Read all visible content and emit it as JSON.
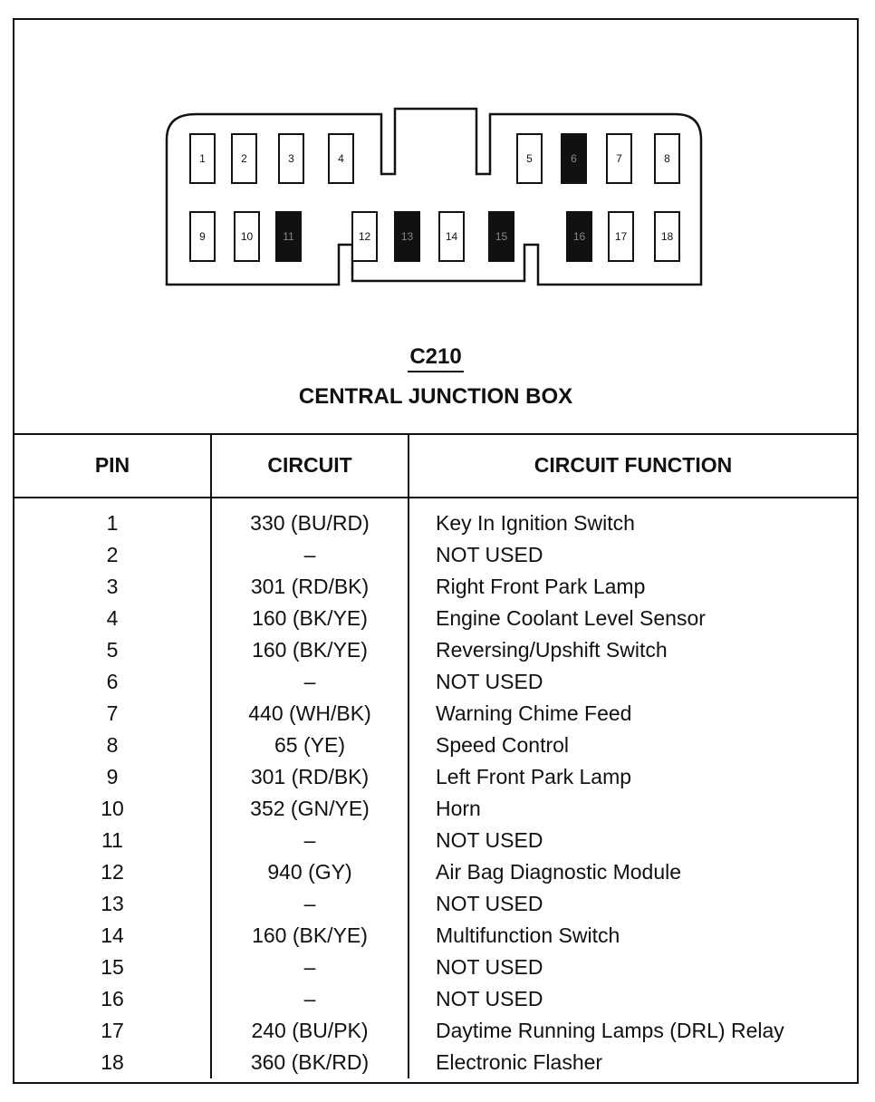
{
  "connector": {
    "id": "C210",
    "name": "CENTRAL JUNCTION BOX",
    "top_row": [
      {
        "pin": "1",
        "filled": false
      },
      {
        "pin": "2",
        "filled": false
      },
      {
        "pin": "3",
        "filled": false
      },
      {
        "pin": "4",
        "filled": false
      },
      {
        "pin": "5",
        "filled": false
      },
      {
        "pin": "6",
        "filled": true
      },
      {
        "pin": "7",
        "filled": false
      },
      {
        "pin": "8",
        "filled": false
      }
    ],
    "bottom_row": [
      {
        "pin": "9",
        "filled": false
      },
      {
        "pin": "10",
        "filled": false
      },
      {
        "pin": "11",
        "filled": true
      },
      {
        "pin": "12",
        "filled": false
      },
      {
        "pin": "13",
        "filled": true
      },
      {
        "pin": "14",
        "filled": false
      },
      {
        "pin": "15",
        "filled": true
      },
      {
        "pin": "16",
        "filled": true
      },
      {
        "pin": "17",
        "filled": false
      },
      {
        "pin": "18",
        "filled": false
      }
    ]
  },
  "table": {
    "headers": {
      "pin": "PIN",
      "circuit": "CIRCUIT",
      "function": "CIRCUIT FUNCTION"
    },
    "rows": [
      {
        "pin": "1",
        "circuit": "330 (BU/RD)",
        "function": "Key In Ignition Switch"
      },
      {
        "pin": "2",
        "circuit": "–",
        "function": "NOT USED"
      },
      {
        "pin": "3",
        "circuit": "301 (RD/BK)",
        "function": "Right Front Park Lamp"
      },
      {
        "pin": "4",
        "circuit": "160 (BK/YE)",
        "function": "Engine Coolant Level Sensor"
      },
      {
        "pin": "5",
        "circuit": "160 (BK/YE)",
        "function": "Reversing/Upshift Switch"
      },
      {
        "pin": "6",
        "circuit": "–",
        "function": "NOT USED"
      },
      {
        "pin": "7",
        "circuit": "440 (WH/BK)",
        "function": "Warning Chime Feed"
      },
      {
        "pin": "8",
        "circuit": "65 (YE)",
        "function": "Speed Control"
      },
      {
        "pin": "9",
        "circuit": "301 (RD/BK)",
        "function": "Left Front Park Lamp"
      },
      {
        "pin": "10",
        "circuit": "352 (GN/YE)",
        "function": "Horn"
      },
      {
        "pin": "11",
        "circuit": "–",
        "function": "NOT USED"
      },
      {
        "pin": "12",
        "circuit": "940 (GY)",
        "function": "Air Bag Diagnostic Module"
      },
      {
        "pin": "13",
        "circuit": "–",
        "function": "NOT USED"
      },
      {
        "pin": "14",
        "circuit": "160 (BK/YE)",
        "function": "Multifunction Switch"
      },
      {
        "pin": "15",
        "circuit": "–",
        "function": "NOT USED"
      },
      {
        "pin": "16",
        "circuit": "–",
        "function": "NOT USED"
      },
      {
        "pin": "17",
        "circuit": "240 (BU/PK)",
        "function": "Daytime Running Lamps (DRL) Relay"
      },
      {
        "pin": "18",
        "circuit": "360 (BK/RD)",
        "function": "Electronic Flasher"
      }
    ]
  }
}
